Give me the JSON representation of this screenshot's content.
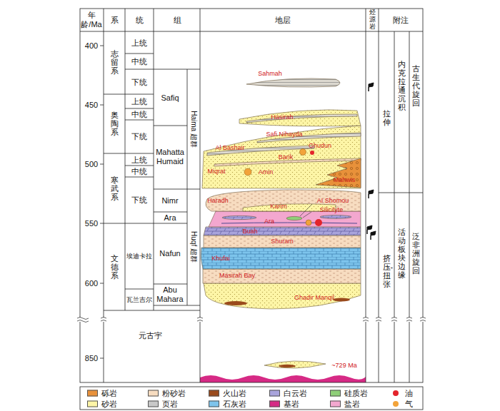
{
  "diagram": {
    "labels": [
      "年龄/Ma",
      "系",
      "统",
      "组",
      "地层",
      "烃源岩",
      "附注",
      "400",
      "450",
      "500",
      "550",
      "600",
      "850",
      "志留系",
      "上统",
      "中统",
      "下统",
      "奥陶系",
      "上统",
      "中统",
      "下统",
      "寒武系",
      "上统",
      "中统",
      "下统",
      "文德系",
      "埃迪卡拉",
      "瓦兰吉尔",
      "元古宇",
      "Safiq",
      "Mahatta Humaid",
      "Nimr",
      "Ara",
      "Nafun",
      "Abu Mahara",
      "Haima 超群",
      "Huqf 超群",
      "Sahmah",
      "Hasirah",
      "Safi Nihayda",
      "Al Bashair",
      "Barik",
      "Ghudun",
      "Miqrat",
      "Amin",
      "Mahwis",
      "Haradh",
      "AI Shomou",
      "Silicilyte",
      "Karim",
      "Ara",
      "Buah",
      "Shuram",
      "Khufai",
      "Masirah Bay",
      "Ghadir Manqil",
      "~729 Ma",
      "拉伸",
      "内克拉通沉积",
      "古生代旋回",
      "挤压-扭张",
      "活动板块边缘",
      "泛非洲旋回"
    ],
    "legend": [
      {
        "text": "砾岩",
        "color": "#e8913a"
      },
      {
        "text": "粉砂岩",
        "color": "#f7dcc0"
      },
      {
        "text": "火山岩",
        "color": "#9a4a1c"
      },
      {
        "text": "白云岩",
        "color": "#a9a4dc"
      },
      {
        "text": "硅质岩",
        "color": "#8fcf78"
      },
      {
        "text": "油",
        "color": "#e3242b"
      },
      {
        "text": "砂岩",
        "color": "#fdf5a6"
      },
      {
        "text": "页岩",
        "color": "#c8c8c8"
      },
      {
        "text": "石灰岩",
        "color": "#7dc4ec"
      },
      {
        "text": "基岩",
        "color": "#d62a85"
      },
      {
        "text": "盐岩",
        "color": "#f3a7cf"
      },
      {
        "text": "气",
        "color": "#f2a33a"
      }
    ]
  }
}
